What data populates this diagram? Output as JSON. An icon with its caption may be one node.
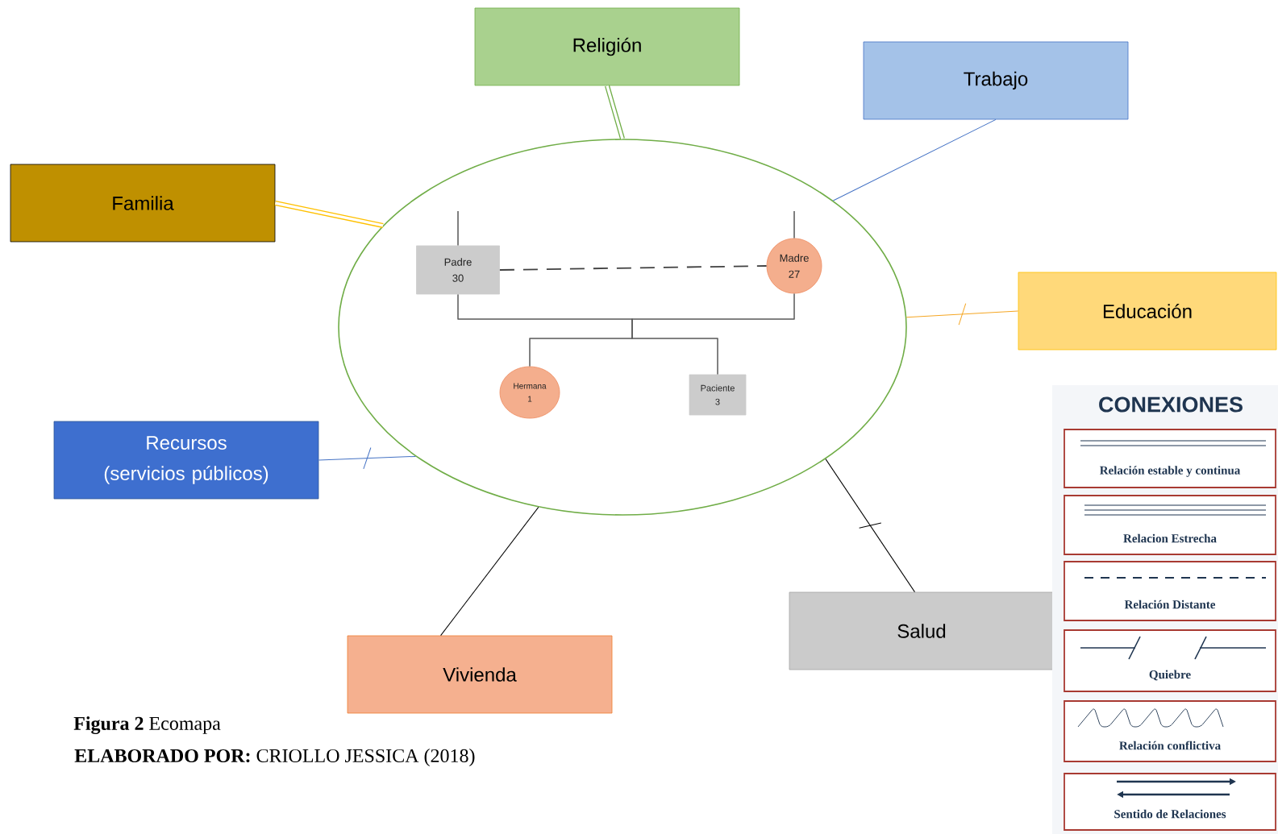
{
  "diagram": {
    "caption": "**Figura 2** Ecomapa",
    "nodes": [
      {
        "text": [],
        "shape": "ellipse"
      },
      {
        "text": [
          "Religión"
        ]
      },
      {
        "text": [
          "Trabajo"
        ]
      },
      {
        "text": [
          "Familia"
        ]
      },
      {
        "text": [
          "Educación"
        ]
      },
      {
        "text": [
          "Recursos (servicios públicos)"
        ]
      },
      {
        "text": [
          "Vivienda"
        ]
      },
      {
        "text": [
          "Salud"
        ]
      },
      {
        "text": [
          "Padre 30"
        ],
        "in": 0
      },
      {
        "text": [
          "Madre 27"
        ],
        "in": 0
      },
      {
        "text": [
          "Hermana 1"
        ],
        "in": 0
      },
      {
        "text": [
          "Paciente 3"
        ],
        "in": 0
      }
    ],
    "edges": [
      {
        "from": 1,
        "to": 0,
        "arrow": "none",
        "style": "thick",
        "color": "#70ad47"
      },
      {
        "from": 2,
        "to": 0,
        "arrow": "none",
        "color": "#4472c4"
      },
      {
        "from": 3,
        "to": 0,
        "arrow": "none",
        "style": "thick",
        "color": "#ffc000"
      },
      {
        "from": 0,
        "to": 4,
        "arrow": "none",
        "color": "#f5a623"
      },
      {
        "from": 5,
        "to": 0,
        "arrow": "none",
        "color": "#4472c4"
      },
      {
        "from": 6,
        "to": 0,
        "arrow": "none"
      },
      {
        "from": 0,
        "to": 7,
        "arrow": "none"
      },
      {
        "from": 8,
        "to": 9,
        "arrow": "none",
        "style": "dashed",
        "color": "#404040"
      },
      {
        "from": 8,
        "to": 10,
        "arrow": "none",
        "color": "#595959"
      },
      {
        "from": 8,
        "to": 11,
        "arrow": "none",
        "color": "#595959"
      },
      {
        "from": 9,
        "to": 10,
        "arrow": "none",
        "color": "#595959"
      },
      {
        "from": 9,
        "to": 11,
        "arrow": "none",
        "color": "#595959"
      },
      {
        "from": null,
        "to": 8,
        "arrow": "none"
      },
      {
        "from": null,
        "to": 9,
        "arrow": "none"
      }
    ],
    "labels": [
      "CONEXIONES",
      "**ELABORADO POR:** CRIOLLO JESSICA (2018)"
    ],
    "legend": [
      {
        "text": "Relación estable y continua"
      },
      {
        "text": "Relacion Estrecha"
      },
      {
        "text": "Relación Distante"
      },
      {
        "text": "Quiebre"
      },
      {
        "text": "Relación conflictiva"
      },
      {
        "text": "Sentido de Relaciones"
      }
    ]
  }
}
